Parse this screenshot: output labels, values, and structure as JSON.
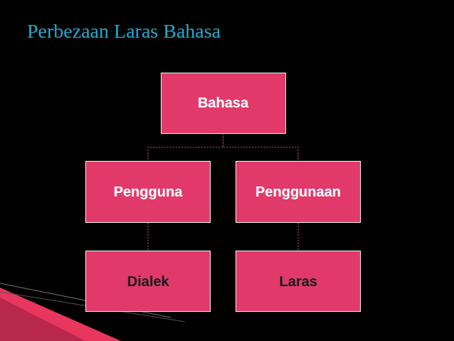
{
  "diagram": {
    "title": "Perbezaan Laras Bahasa",
    "nodes": [
      {
        "text": [
          "Bahasa"
        ]
      },
      {
        "text": [
          "Pengguna"
        ]
      },
      {
        "text": [
          "Penggunaan"
        ]
      },
      {
        "text": [
          "Dialek"
        ]
      },
      {
        "text": [
          "Laras"
        ]
      }
    ],
    "edges": [
      {
        "from": 0,
        "to": 1,
        "arrow": "none"
      },
      {
        "from": 0,
        "to": 2,
        "arrow": "none"
      },
      {
        "from": 1,
        "to": 3,
        "arrow": "none"
      },
      {
        "from": 2,
        "to": 4,
        "arrow": "none"
      }
    ]
  }
}
